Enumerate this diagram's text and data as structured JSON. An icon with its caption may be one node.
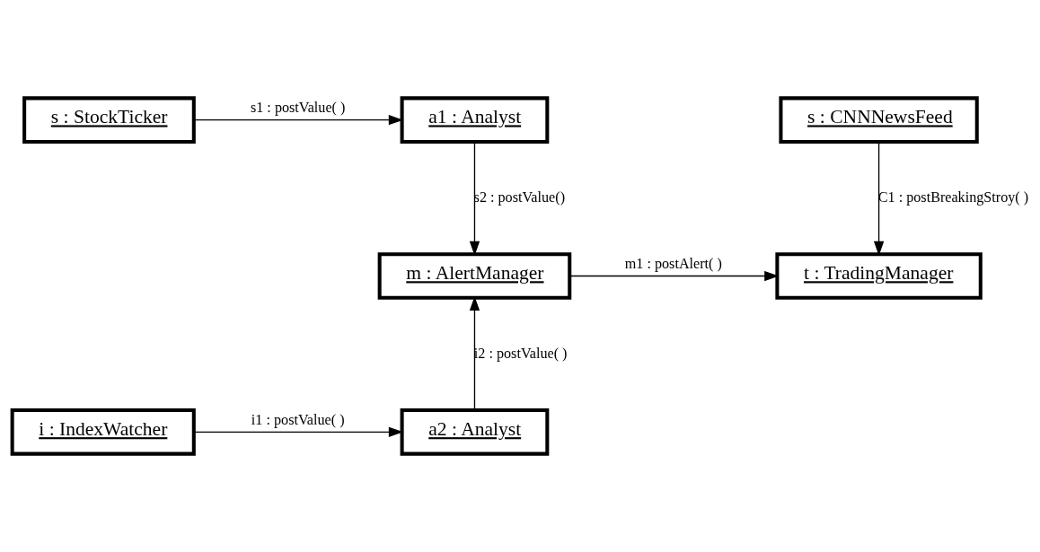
{
  "diagram": {
    "nodes": [
      {
        "text": [
          "s : StockTicker"
        ]
      },
      {
        "text": [
          "a1 : Analyst"
        ]
      },
      {
        "text": [
          "s : CNNNewsFeed"
        ]
      },
      {
        "text": [
          "m : AlertManager"
        ]
      },
      {
        "text": [
          "t : TradingManager"
        ]
      },
      {
        "text": [
          "i : IndexWatcher"
        ]
      },
      {
        "text": [
          "a2 : Analyst"
        ]
      }
    ],
    "edges": [
      {
        "from": 0,
        "to": 1,
        "arrow": "to",
        "label": "s1 : postValue( )"
      },
      {
        "from": 1,
        "to": 3,
        "arrow": "to",
        "label": "s2 : postValue()"
      },
      {
        "from": 2,
        "to": 4,
        "arrow": "to",
        "label": "C1 : postBreakingStroy( )"
      },
      {
        "from": 3,
        "to": 4,
        "arrow": "to",
        "label": "m1 : postAlert( )"
      },
      {
        "from": 6,
        "to": 3,
        "arrow": "to",
        "label": "i2 : postValue( )"
      },
      {
        "from": 5,
        "to": 6,
        "arrow": "to",
        "label": "i1 : postValue( )"
      }
    ]
  }
}
